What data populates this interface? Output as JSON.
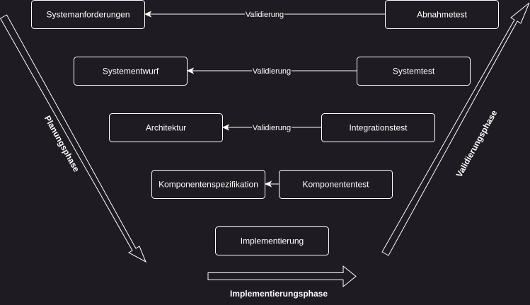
{
  "nodes": {
    "systemanforderungen": "Systemanforderungen",
    "abnahmetest": "Abnahmetest",
    "systementwurf": "Systementwurf",
    "systemtest": "Systemtest",
    "architektur": "Architektur",
    "integrationstest": "Integrationstest",
    "komponentenspezifikation": "Komponentenspezifikation",
    "komponententest": "Komponententest",
    "implementierung": "Implementierung"
  },
  "edges": {
    "validierung_1": "Validierung",
    "validierung_2": "Validierung",
    "validierung_3": "Validierung"
  },
  "phases": {
    "planung": "Planungsphase",
    "implementierung": "Implementierungsphase",
    "validierung": "Validierungsphase"
  },
  "colors": {
    "background": "#1e1b22",
    "stroke": "#ffffff",
    "text": "#ffffff"
  }
}
